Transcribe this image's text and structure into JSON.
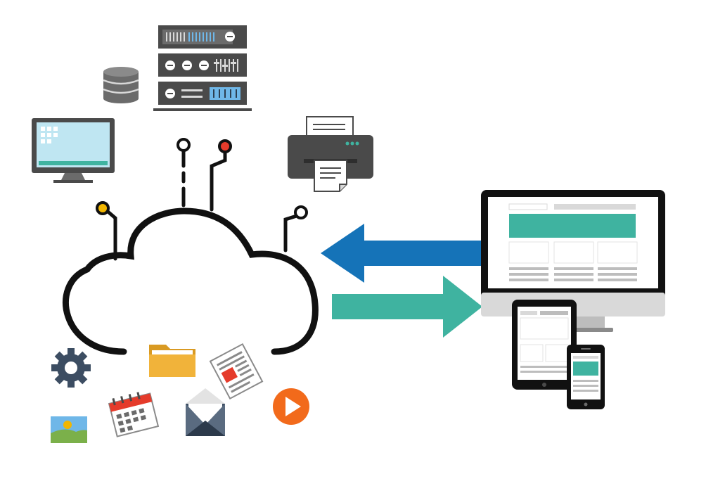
{
  "colors": {
    "outline": "#111111",
    "dark_gray": "#4a4a4a",
    "mid_gray": "#6b6b6b",
    "light_gray": "#d9d9d9",
    "screen_blue": "#bfe6f2",
    "teal": "#3fb3a0",
    "blue": "#1573b8",
    "yellow": "#f2b600",
    "red": "#e53b2b",
    "orange": "#f26a1b",
    "folder": "#f1b33a",
    "gear": "#3c4d62",
    "sky": "#6fb7e8",
    "grass": "#7bb04a"
  },
  "icons": [
    "desktop-monitor-icon",
    "database-icon",
    "server-rack-icon",
    "printer-icon",
    "cloud-icon",
    "gear-icon",
    "folder-icon",
    "document-icon",
    "calendar-icon",
    "envelope-icon",
    "play-icon",
    "image-icon",
    "desktop-display-icon",
    "tablet-icon",
    "phone-icon"
  ],
  "arrows": [
    {
      "name": "upload-arrow",
      "direction": "left",
      "color": "blue"
    },
    {
      "name": "download-arrow",
      "direction": "right",
      "color": "teal"
    }
  ]
}
